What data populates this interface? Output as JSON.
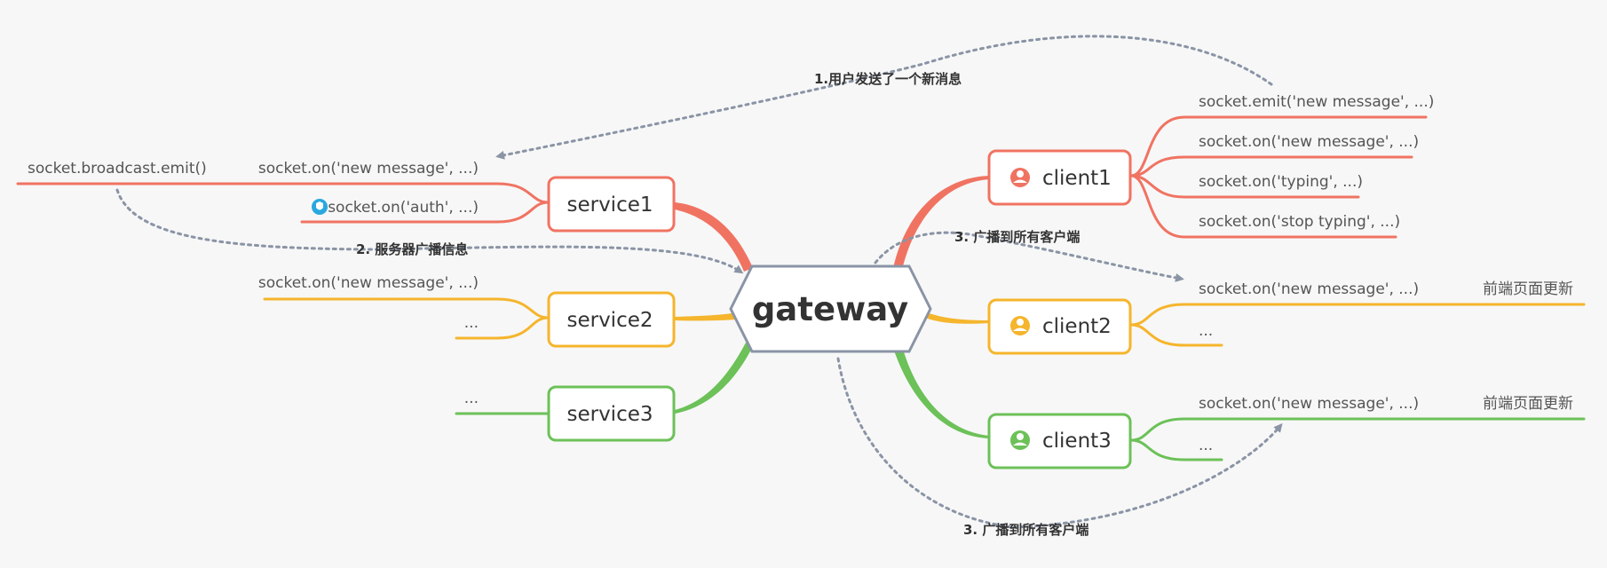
{
  "colors": {
    "red": "#f07362",
    "orange": "#f5b52c",
    "green": "#6cc158",
    "gray": "#8a94a5",
    "text": "#333333",
    "leafText": "#555555",
    "background": "#f7f7f7"
  },
  "root": {
    "label": "gateway"
  },
  "services": [
    {
      "label": "service1",
      "leaves": [
        {
          "text": "socket.broadcast.emit()"
        },
        {
          "text": "socket.on('new message', ...)"
        },
        {
          "text": "socket.on('auth', ...)",
          "icon": "shield-icon"
        }
      ]
    },
    {
      "label": "service2",
      "leaves": [
        {
          "text": "socket.on('new message', ...)"
        },
        {
          "text": "..."
        }
      ]
    },
    {
      "label": "service3",
      "leaves": [
        {
          "text": "..."
        }
      ]
    }
  ],
  "clients": [
    {
      "label": "client1",
      "icon": "user-icon",
      "leaves": [
        {
          "text": "socket.emit('new message', ...)"
        },
        {
          "text": "socket.on('new message', ...)"
        },
        {
          "text": "socket.on('typing', ...)"
        },
        {
          "text": "socket.on('stop typing', ...)"
        }
      ]
    },
    {
      "label": "client2",
      "icon": "user-icon",
      "leaves": [
        {
          "text": "socket.on('new message', ...)",
          "extra": "前端页面更新"
        },
        {
          "text": "..."
        }
      ]
    },
    {
      "label": "client3",
      "icon": "user-icon",
      "leaves": [
        {
          "text": "socket.on('new message', ...)",
          "extra": "前端页面更新"
        },
        {
          "text": "..."
        }
      ]
    }
  ],
  "annotations": {
    "a1": "1.用户发送了一个新消息",
    "a2": "2. 服务器广播信息",
    "a3": "3. 广播到所有客户端",
    "a4": "3. 广播到所有客户端"
  }
}
